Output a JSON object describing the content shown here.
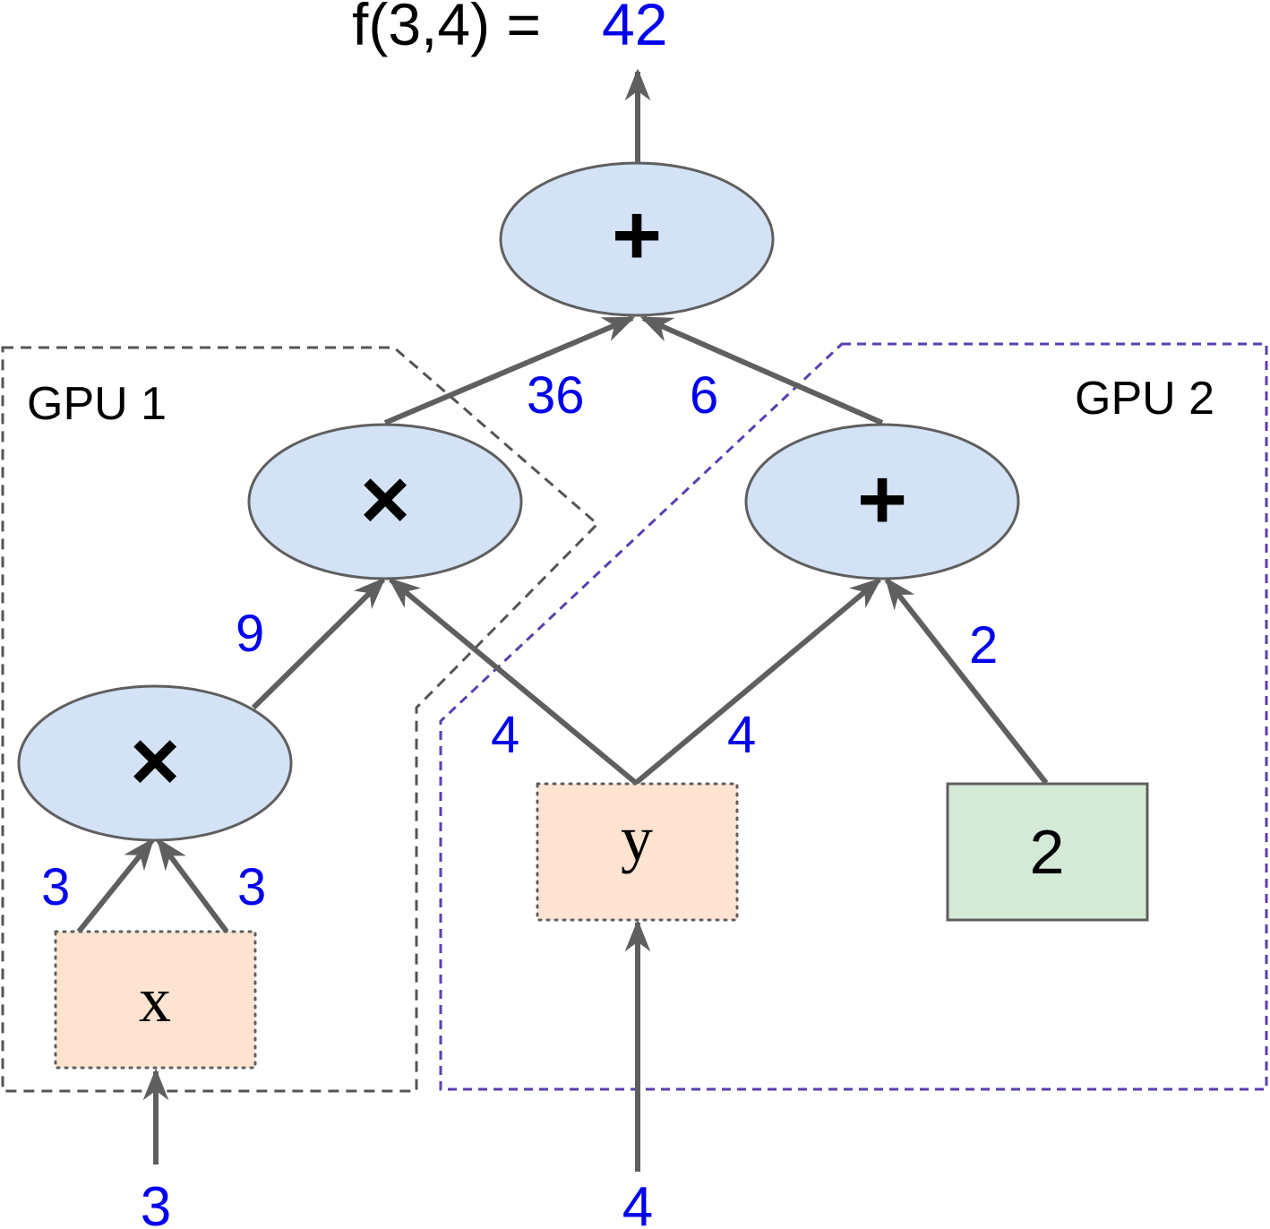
{
  "title": {
    "expression": "f(3,4) =",
    "result": "42"
  },
  "groups": [
    {
      "id": "gpu1",
      "label": "GPU 1",
      "border_color": "#555555"
    },
    {
      "id": "gpu2",
      "label": "GPU 2",
      "border_color": "#5b3fb0"
    }
  ],
  "nodes": [
    {
      "id": "add_top",
      "kind": "operation",
      "label": "+"
    },
    {
      "id": "mul_mid",
      "kind": "operation",
      "label": "×"
    },
    {
      "id": "add_mid",
      "kind": "operation",
      "label": "+"
    },
    {
      "id": "mul_low",
      "kind": "operation",
      "label": "×"
    },
    {
      "id": "x",
      "kind": "variable",
      "label": "x"
    },
    {
      "id": "y",
      "kind": "variable",
      "label": "y"
    },
    {
      "id": "const2",
      "kind": "constant",
      "label": "2"
    }
  ],
  "edges": [
    {
      "from": "add_top",
      "to": "output",
      "value": ""
    },
    {
      "from": "mul_mid",
      "to": "add_top",
      "value": "36"
    },
    {
      "from": "add_mid",
      "to": "add_top",
      "value": "6"
    },
    {
      "from": "mul_low",
      "to": "mul_mid",
      "value": "9"
    },
    {
      "from": "y",
      "to": "mul_mid",
      "value": "4"
    },
    {
      "from": "y",
      "to": "add_mid",
      "value": "4"
    },
    {
      "from": "const2",
      "to": "add_mid",
      "value": "2"
    },
    {
      "from": "x",
      "to": "mul_low",
      "value": "3",
      "side": "left"
    },
    {
      "from": "x",
      "to": "mul_low",
      "value": "3",
      "side": "right"
    },
    {
      "from": "input_x",
      "to": "x",
      "value": "3"
    },
    {
      "from": "input_y",
      "to": "y",
      "value": "4"
    }
  ],
  "colors": {
    "operation_fill": "#d3e2f5",
    "variable_fill": "#fde3d0",
    "constant_fill": "#d5ead6",
    "stroke": "#5f5f5f",
    "value_text": "#0000ee",
    "text": "#000000"
  }
}
